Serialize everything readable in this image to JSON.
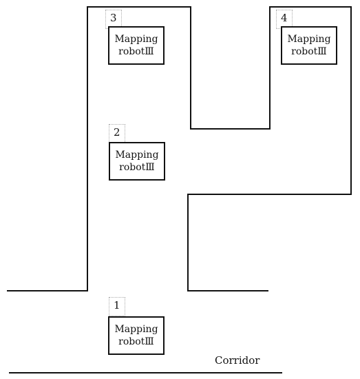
{
  "diagram": {
    "robot_line1": "Mapping",
    "robot_line2": "robotⅢ",
    "positions": [
      {
        "number": "1",
        "line1": "Mapping",
        "line2": "robotⅢ"
      },
      {
        "number": "2",
        "line1": "Mapping",
        "line2": "robotⅢ"
      },
      {
        "number": "3",
        "line1": "Mapping",
        "line2": "robotⅢ"
      },
      {
        "number": "4",
        "line1": "Mapping",
        "line2": "robotⅢ"
      }
    ],
    "corridor_label": "Corridor"
  },
  "colors": {
    "wall": "#111111",
    "box_border": "#111111",
    "marker_border": "#aaaaaa"
  }
}
